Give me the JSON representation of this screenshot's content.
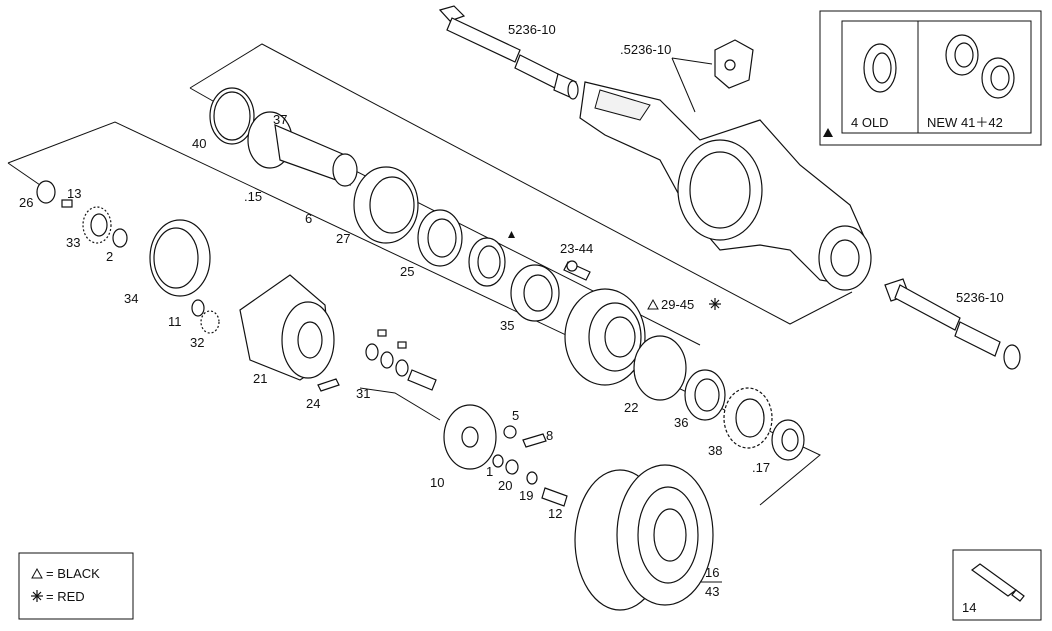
{
  "callouts": {
    "c5236_top": "5236-10",
    "c5236_mid": ".5236-10",
    "c5236_right": "5236-10",
    "c40": "40",
    "c37": "37",
    "c26": "26",
    "c13": "13",
    "c33": "33",
    "c2": "2",
    "c15": ".15",
    "c6": "6",
    "c27": "27",
    "c25": "25",
    "c34": "34",
    "c23_44": "23-44",
    "c29_45": "29-45",
    "c11": "11",
    "c35": "35",
    "c32": "32",
    "c21": "21",
    "c31": "31",
    "c24": "24",
    "c22": "22",
    "c36": "36",
    "c5": "5",
    "c8": "8",
    "c38": "38",
    "c17": ".17",
    "c1": "1",
    "c20": "20",
    "c19": "19",
    "c10": "10",
    "c12": "12",
    "c16": "16",
    "c43": "43",
    "c14": "14"
  },
  "inset": {
    "old_label": "4  OLD",
    "new_label": "NEW 41＋42"
  },
  "legend": {
    "black": "= BLACK",
    "red": "= RED"
  }
}
